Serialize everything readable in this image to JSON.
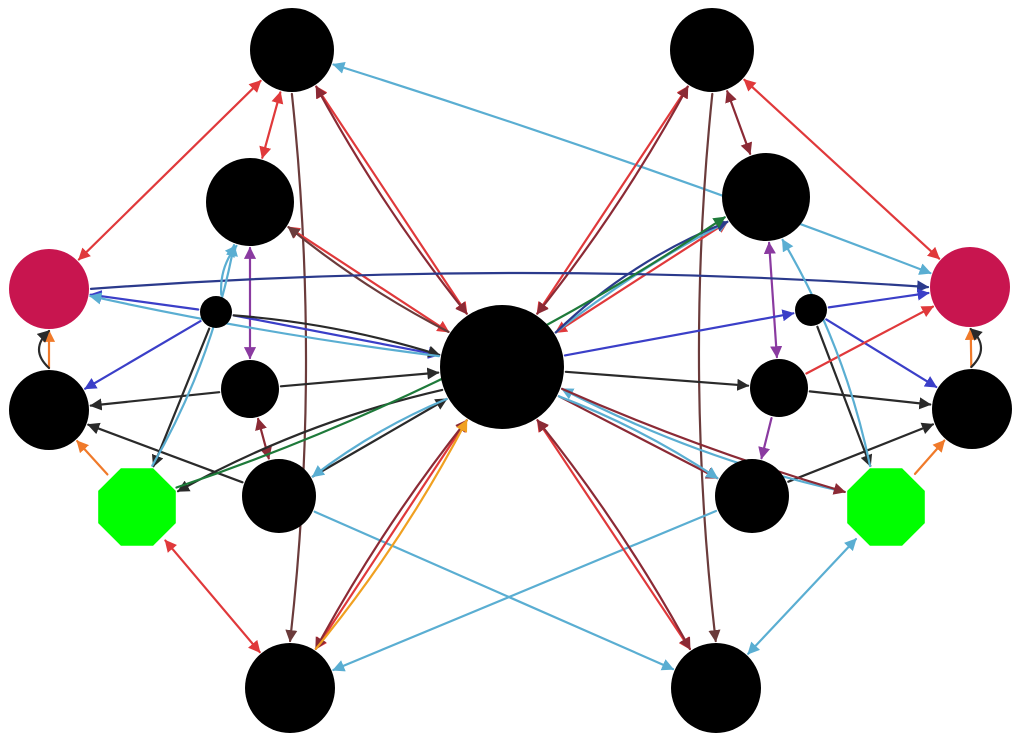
{
  "diagram": {
    "colors": {
      "red": "#e0393b",
      "darkred": "#8b2a35",
      "brown": "#6b3b3b",
      "lightblue": "#5aaed2",
      "navy": "#2b3a8c",
      "blue": "#3b3fc8",
      "purple": "#8a3aa0",
      "black": "#2a2a2a",
      "green": "#1e7a3a",
      "orange": "#f07a2a",
      "gold": "#f0a020",
      "magenta": "#c8106a",
      "node": "#000000",
      "octagon": "#00ff00",
      "crimson": "#c8154f"
    },
    "nodes": [
      {
        "id": "hub",
        "shape": "circle",
        "fill": "node"
      },
      {
        "id": "top-left",
        "shape": "circle",
        "fill": "node"
      },
      {
        "id": "top-right",
        "shape": "circle",
        "fill": "node"
      },
      {
        "id": "upper-left",
        "shape": "circle",
        "fill": "node"
      },
      {
        "id": "upper-right",
        "shape": "circle",
        "fill": "node"
      },
      {
        "id": "pink-left",
        "shape": "circle",
        "fill": "crimson"
      },
      {
        "id": "pink-right",
        "shape": "circle",
        "fill": "crimson"
      },
      {
        "id": "small-left",
        "shape": "circle",
        "fill": "node"
      },
      {
        "id": "small-right",
        "shape": "circle",
        "fill": "node"
      },
      {
        "id": "mid-left",
        "shape": "circle",
        "fill": "node"
      },
      {
        "id": "mid-right",
        "shape": "circle",
        "fill": "node"
      },
      {
        "id": "side-left",
        "shape": "circle",
        "fill": "node"
      },
      {
        "id": "side-right",
        "shape": "circle",
        "fill": "node"
      },
      {
        "id": "green-left",
        "shape": "octagon",
        "fill": "octagon"
      },
      {
        "id": "green-right",
        "shape": "octagon",
        "fill": "octagon"
      },
      {
        "id": "low-left",
        "shape": "circle",
        "fill": "node"
      },
      {
        "id": "low-right",
        "shape": "circle",
        "fill": "node"
      },
      {
        "id": "bottom-left",
        "shape": "circle",
        "fill": "node"
      },
      {
        "id": "bottom-right",
        "shape": "circle",
        "fill": "node"
      }
    ],
    "edges": [
      {
        "from": "pink-left",
        "to": "top-left",
        "color": "red",
        "dir": "both"
      },
      {
        "from": "top-left",
        "to": "upper-left",
        "color": "red",
        "dir": "both"
      },
      {
        "from": "top-left",
        "to": "hub",
        "color": "red",
        "dir": "both"
      },
      {
        "from": "top-left",
        "to": "hub",
        "color": "darkred",
        "dir": "both",
        "bend": 12
      },
      {
        "from": "top-left",
        "to": "bottom-left",
        "color": "brown",
        "dir": "forward",
        "bend": -30
      },
      {
        "from": "top-left",
        "to": "pink-right",
        "color": "lightblue",
        "dir": "both",
        "bend": -10
      },
      {
        "from": "top-right",
        "to": "pink-right",
        "color": "red",
        "dir": "both"
      },
      {
        "from": "top-right",
        "to": "upper-right",
        "color": "darkred",
        "dir": "both"
      },
      {
        "from": "top-right",
        "to": "hub",
        "color": "red",
        "dir": "both"
      },
      {
        "from": "top-right",
        "to": "hub",
        "color": "darkred",
        "dir": "both",
        "bend": -12
      },
      {
        "from": "top-right",
        "to": "bottom-right",
        "color": "brown",
        "dir": "forward",
        "bend": 30
      },
      {
        "from": "upper-left",
        "to": "hub",
        "color": "red",
        "dir": "both"
      },
      {
        "from": "upper-left",
        "to": "hub",
        "color": "brown",
        "dir": "backward",
        "bend": 10
      },
      {
        "from": "upper-left",
        "to": "mid-left",
        "color": "purple",
        "dir": "both"
      },
      {
        "from": "upper-right",
        "to": "hub",
        "color": "red",
        "dir": "both"
      },
      {
        "from": "upper-right",
        "to": "hub",
        "color": "lightblue",
        "dir": "backward",
        "bend": 10
      },
      {
        "from": "upper-right",
        "to": "mid-right",
        "color": "purple",
        "dir": "both"
      },
      {
        "from": "hub",
        "to": "upper-right",
        "color": "navy",
        "dir": "forward",
        "bend": -20
      },
      {
        "from": "pink-left",
        "to": "pink-right",
        "color": "navy",
        "dir": "forward",
        "bend": -30
      },
      {
        "from": "small-left",
        "to": "hub",
        "color": "blue",
        "dir": "forward"
      },
      {
        "from": "small-left",
        "to": "hub",
        "color": "black",
        "dir": "forward",
        "bend": -12
      },
      {
        "from": "small-left",
        "to": "side-left",
        "color": "blue",
        "dir": "forward"
      },
      {
        "from": "small-left",
        "to": "pink-left",
        "color": "blue",
        "dir": "forward"
      },
      {
        "from": "small-left",
        "to": "green-left",
        "color": "black",
        "dir": "forward"
      },
      {
        "from": "small-left",
        "to": "upper-left",
        "color": "lightblue",
        "dir": "forward",
        "bend": -10
      },
      {
        "from": "small-right",
        "to": "hub",
        "color": "blue",
        "dir": "backward"
      },
      {
        "from": "small-right",
        "to": "pink-right",
        "color": "blue",
        "dir": "forward"
      },
      {
        "from": "small-right",
        "to": "side-right",
        "color": "blue",
        "dir": "forward"
      },
      {
        "from": "small-right",
        "to": "green-right",
        "color": "black",
        "dir": "forward"
      },
      {
        "from": "mid-left",
        "to": "side-left",
        "color": "black",
        "dir": "forward"
      },
      {
        "from": "mid-left",
        "to": "hub",
        "color": "black",
        "dir": "forward"
      },
      {
        "from": "mid-left",
        "to": "low-left",
        "color": "darkred",
        "dir": "both"
      },
      {
        "from": "mid-right",
        "to": "hub",
        "color": "black",
        "dir": "backward"
      },
      {
        "from": "mid-right",
        "to": "side-right",
        "color": "black",
        "dir": "forward"
      },
      {
        "from": "mid-right",
        "to": "low-right",
        "color": "purple",
        "dir": "forward"
      },
      {
        "from": "mid-right",
        "to": "pink-right",
        "color": "red",
        "dir": "forward"
      },
      {
        "from": "low-left",
        "to": "side-left",
        "color": "black",
        "dir": "forward"
      },
      {
        "from": "low-left",
        "to": "hub",
        "color": "black",
        "dir": "forward"
      },
      {
        "from": "low-left",
        "to": "bottom-right",
        "color": "lightblue",
        "dir": "forward"
      },
      {
        "from": "hub",
        "to": "green-left",
        "color": "black",
        "dir": "forward",
        "bend": 20
      },
      {
        "from": "low-right",
        "to": "hub",
        "color": "darkred",
        "dir": "backward"
      },
      {
        "from": "low-right",
        "to": "side-right",
        "color": "black",
        "dir": "forward"
      },
      {
        "from": "low-right",
        "to": "bottom-left",
        "color": "lightblue",
        "dir": "forward"
      },
      {
        "from": "green-left",
        "to": "upper-right",
        "color": "green",
        "dir": "forward",
        "bend": 40
      },
      {
        "from": "green-left",
        "to": "upper-left",
        "color": "lightblue",
        "dir": "forward",
        "bend": 20
      },
      {
        "from": "green-left",
        "to": "bottom-left",
        "color": "red",
        "dir": "both"
      },
      {
        "from": "green-left",
        "to": "side-left",
        "color": "orange",
        "dir": "forward"
      },
      {
        "from": "green-right",
        "to": "bottom-right",
        "color": "lightblue",
        "dir": "both"
      },
      {
        "from": "green-right",
        "to": "side-right",
        "color": "orange",
        "dir": "forward"
      },
      {
        "from": "green-right",
        "to": "upper-right",
        "color": "lightblue",
        "dir": "forward",
        "bend": 20
      },
      {
        "from": "green-right",
        "to": "hub",
        "color": "lightblue",
        "dir": "forward",
        "bend": -20
      },
      {
        "from": "side-left",
        "to": "pink-left",
        "color": "orange",
        "dir": "forward"
      },
      {
        "from": "side-left",
        "to": "pink-left",
        "color": "black",
        "dir": "forward",
        "bend": -20
      },
      {
        "from": "side-right",
        "to": "pink-right",
        "color": "orange",
        "dir": "forward"
      },
      {
        "from": "side-right",
        "to": "pink-right",
        "color": "black",
        "dir": "forward",
        "bend": 20
      },
      {
        "from": "hub",
        "to": "pink-left",
        "color": "lightblue",
        "dir": "forward",
        "bend": -8
      },
      {
        "from": "hub",
        "to": "low-left",
        "color": "lightblue",
        "dir": "forward",
        "bend": 10
      },
      {
        "from": "hub",
        "to": "low-right",
        "color": "lightblue",
        "dir": "forward",
        "bend": -10
      },
      {
        "from": "hub",
        "to": "green-right",
        "color": "darkred",
        "dir": "forward",
        "bend": 10
      },
      {
        "from": "bottom-left",
        "to": "hub",
        "color": "red",
        "dir": "both"
      },
      {
        "from": "bottom-left",
        "to": "hub",
        "color": "darkred",
        "dir": "both",
        "bend": -12
      },
      {
        "from": "bottom-left",
        "to": "hub",
        "color": "gold",
        "dir": "forward",
        "bend": 14
      },
      {
        "from": "bottom-right",
        "to": "hub",
        "color": "red",
        "dir": "both"
      },
      {
        "from": "bottom-right",
        "to": "hub",
        "color": "darkred",
        "dir": "both",
        "bend": 12
      }
    ]
  }
}
